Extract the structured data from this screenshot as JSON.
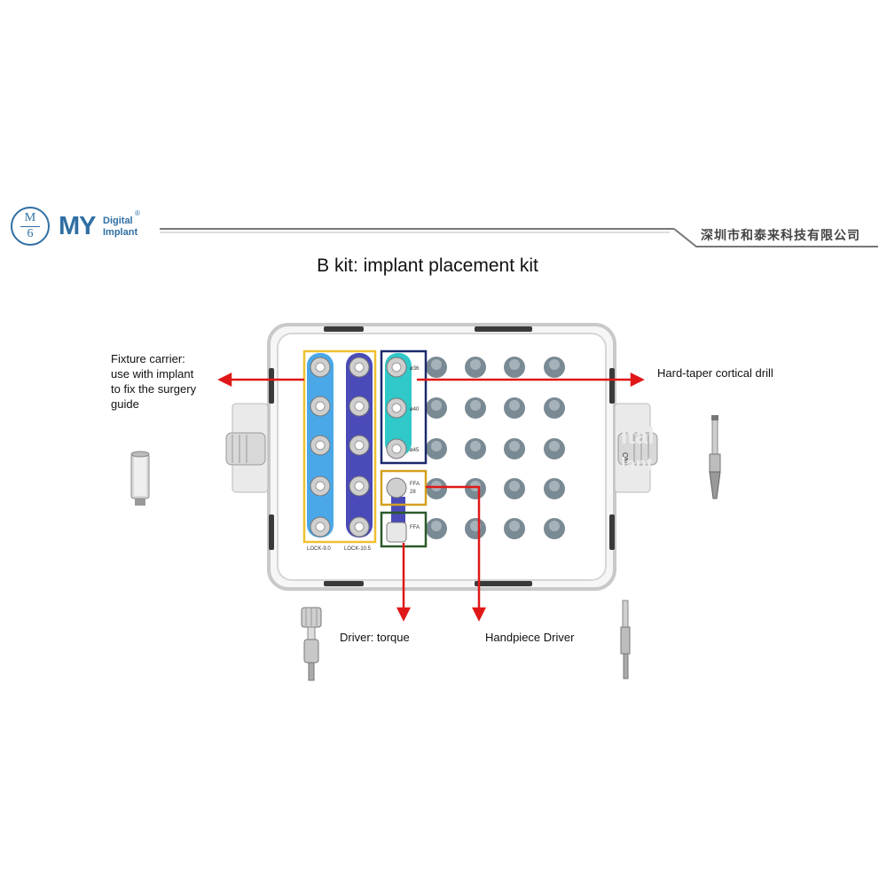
{
  "header": {
    "logo_badge_top": "M",
    "logo_badge_bottom": "6",
    "logo_main": "MY",
    "logo_sub_line1": "Digital",
    "logo_sub_line2": "Implant",
    "logo_reg": "®",
    "company_name": "深圳市和泰来科技有限公司"
  },
  "title": "B kit: implant placement kit",
  "labels": {
    "fixture_carrier_1": "Fixture carrier:",
    "fixture_carrier_2": "use with implant",
    "fixture_carrier_3": "to fix the surgery",
    "fixture_carrier_4": "guide",
    "hard_taper": "Hard-taper cortical drill",
    "driver_torque": "Driver: torque",
    "handpiece_driver": "Handpiece Driver"
  },
  "tray": {
    "lock_left": "LOCK-9.0",
    "lock_right": "LOCK-10.5",
    "drill_sizes": [
      "ø36",
      "ø40",
      "ø45"
    ],
    "ffa_label": "FFA",
    "ffa_num": "28",
    "ffa_label_2": "FFA",
    "latch_text": "ON"
  },
  "colors": {
    "brand_blue": "#2f6ea3",
    "arrow_red": "#e01818",
    "frame_yellow": "#f0c030",
    "frame_navy": "#1a2a6a",
    "frame_gold": "#d4a020",
    "frame_green": "#2a5a2a",
    "light_blue_strip": "#4aa8e8",
    "purple_strip": "#4a4ab8",
    "teal_strip": "#30c8c8"
  }
}
